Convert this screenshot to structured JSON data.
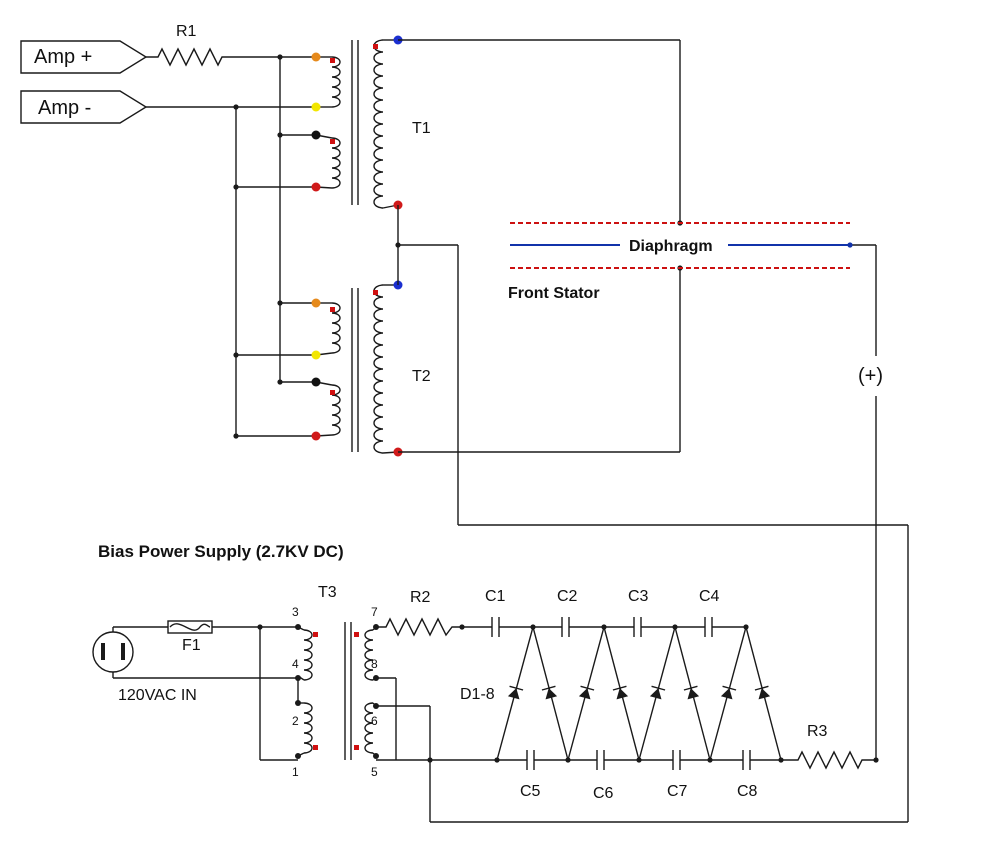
{
  "colors": {
    "wire": "#1a1a1a",
    "stator": "#cc1111",
    "diaphragm": "#1133aa",
    "tap_orange": "#e68a1c",
    "tap_yellow": "#f2e600",
    "tap_black": "#111111",
    "tap_red": "#d01a1a",
    "tap_blue": "#1b2fd0",
    "phase_dot": "#d01010"
  },
  "inputs": {
    "amp_plus": "Amp +",
    "amp_minus": "Amp -"
  },
  "resistors": {
    "r1": "R1",
    "r2": "R2",
    "r3": "R3"
  },
  "transformers": {
    "t1": "T1",
    "t2": "T2",
    "t3": "T3",
    "t3_pins": {
      "p1": "1",
      "p2": "2",
      "p3": "3",
      "p4": "4",
      "p5": "5",
      "p6": "6",
      "p7": "7",
      "p8": "8"
    }
  },
  "speaker": {
    "diaphragm": "Diaphragm",
    "front_stator": "Front Stator",
    "polarity": "(+)"
  },
  "power_supply": {
    "title": "Bias Power Supply (2.7KV DC)",
    "fuse": "F1",
    "input": "120VAC  IN",
    "diodes": "D1-8",
    "capacitors_top": [
      "C1",
      "C2",
      "C3",
      "C4"
    ],
    "capacitors_bottom": [
      "C5",
      "C6",
      "C7",
      "C8"
    ]
  }
}
